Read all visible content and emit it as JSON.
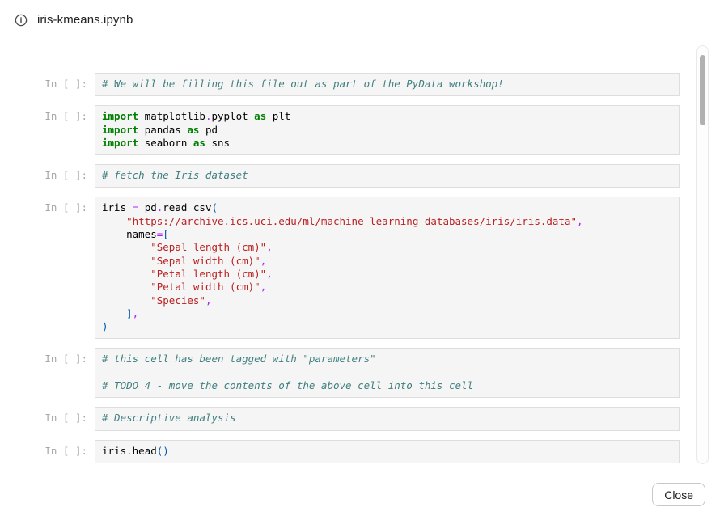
{
  "header": {
    "title": "iris-kmeans.ipynb",
    "icon": "info-icon"
  },
  "notebook": {
    "prompt_label": "In [ ]:",
    "cells": [
      {
        "lines": [
          [
            [
              "# We will be filling this file out as part of the PyData workshop!",
              "c"
            ]
          ]
        ]
      },
      {
        "lines": [
          [
            [
              "import",
              "k"
            ],
            [
              " matplotlib",
              "n"
            ],
            [
              ".",
              "o"
            ],
            [
              "pyplot ",
              "n"
            ],
            [
              "as",
              "k"
            ],
            [
              " plt",
              "n"
            ]
          ],
          [
            [
              "import",
              "k"
            ],
            [
              " pandas ",
              "n"
            ],
            [
              "as",
              "k"
            ],
            [
              " pd",
              "n"
            ]
          ],
          [
            [
              "import",
              "k"
            ],
            [
              " seaborn ",
              "n"
            ],
            [
              "as",
              "k"
            ],
            [
              " sns",
              "n"
            ]
          ]
        ]
      },
      {
        "lines": [
          [
            [
              "# fetch the Iris dataset",
              "c"
            ]
          ]
        ]
      },
      {
        "lines": [
          [
            [
              "iris ",
              "n"
            ],
            [
              "=",
              "o"
            ],
            [
              " pd",
              "n"
            ],
            [
              ".",
              "o"
            ],
            [
              "read_csv",
              "n"
            ],
            [
              "(",
              "p"
            ]
          ],
          [
            [
              "    ",
              "n"
            ],
            [
              "\"https://archive.ics.uci.edu/ml/machine-learning-databases/iris/iris.data\"",
              "s"
            ],
            [
              ",",
              "o"
            ]
          ],
          [
            [
              "    names",
              "n"
            ],
            [
              "=",
              "o"
            ],
            [
              "[",
              "p"
            ]
          ],
          [
            [
              "        ",
              "n"
            ],
            [
              "\"Sepal length (cm)\"",
              "s"
            ],
            [
              ",",
              "o"
            ]
          ],
          [
            [
              "        ",
              "n"
            ],
            [
              "\"Sepal width (cm)\"",
              "s"
            ],
            [
              ",",
              "o"
            ]
          ],
          [
            [
              "        ",
              "n"
            ],
            [
              "\"Petal length (cm)\"",
              "s"
            ],
            [
              ",",
              "o"
            ]
          ],
          [
            [
              "        ",
              "n"
            ],
            [
              "\"Petal width (cm)\"",
              "s"
            ],
            [
              ",",
              "o"
            ]
          ],
          [
            [
              "        ",
              "n"
            ],
            [
              "\"Species\"",
              "s"
            ],
            [
              ",",
              "o"
            ]
          ],
          [
            [
              "    ",
              "n"
            ],
            [
              "]",
              "p"
            ],
            [
              ",",
              "o"
            ]
          ],
          [
            [
              ")",
              "p"
            ]
          ]
        ]
      },
      {
        "lines": [
          [
            [
              "# this cell has been tagged with \"parameters\"",
              "c"
            ]
          ],
          [
            [
              "",
              "n"
            ]
          ],
          [
            [
              "# TODO 4 - move the contents of the above cell into this cell",
              "c"
            ]
          ]
        ]
      },
      {
        "lines": [
          [
            [
              "# Descriptive analysis",
              "c"
            ]
          ]
        ]
      },
      {
        "lines": [
          [
            [
              "iris",
              "n"
            ],
            [
              ".",
              "o"
            ],
            [
              "head",
              "n"
            ],
            [
              "(",
              "p"
            ],
            [
              ")",
              "p"
            ]
          ]
        ]
      }
    ]
  },
  "footer": {
    "close_label": "Close"
  },
  "colors": {
    "syntax": {
      "plain": "#000000",
      "keyword": "#008000",
      "string": "#BA2121",
      "comment": "#408080",
      "operator": "#AA22FF",
      "bracket": "#0055AA"
    },
    "cell_background": "#f5f5f5",
    "cell_border": "#dedede",
    "prompt_text": "#a6a6a6",
    "header_divider": "#e6e6e6",
    "scrollbar_thumb": "#b1b1b1"
  }
}
